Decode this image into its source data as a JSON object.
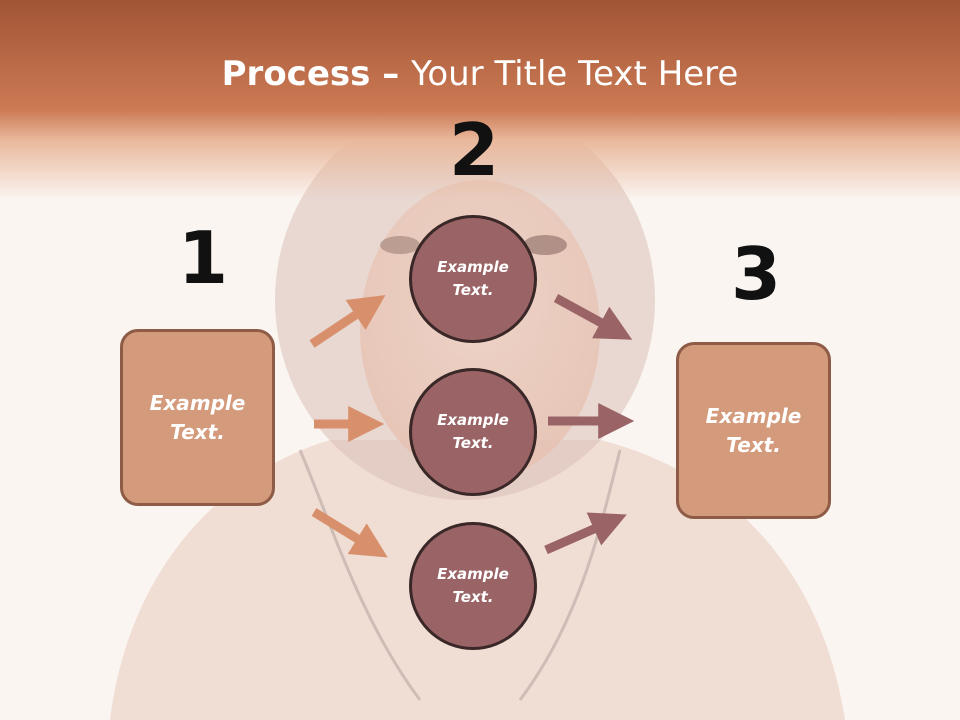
{
  "title": {
    "bold": "Process",
    "separator": " – ",
    "rest": "Your Title Text Here"
  },
  "steps": [
    {
      "number": "1",
      "box": {
        "line1": "Example",
        "line2": "Text."
      }
    },
    {
      "number": "2",
      "circles": [
        {
          "line1": "Example",
          "line2": "Text."
        },
        {
          "line1": "Example",
          "line2": "Text."
        },
        {
          "line1": "Example",
          "line2": "Text."
        }
      ]
    },
    {
      "number": "3",
      "box": {
        "line1": "Example",
        "line2": "Text."
      }
    }
  ],
  "colors": {
    "header": "#cc7a54",
    "box_fill": "#d49a7c",
    "box_border": "#8e5b46",
    "circle_fill": "#9a6466",
    "circle_border": "#3a2727",
    "arrow_left": "#d8906c",
    "arrow_right": "#9a6466"
  }
}
